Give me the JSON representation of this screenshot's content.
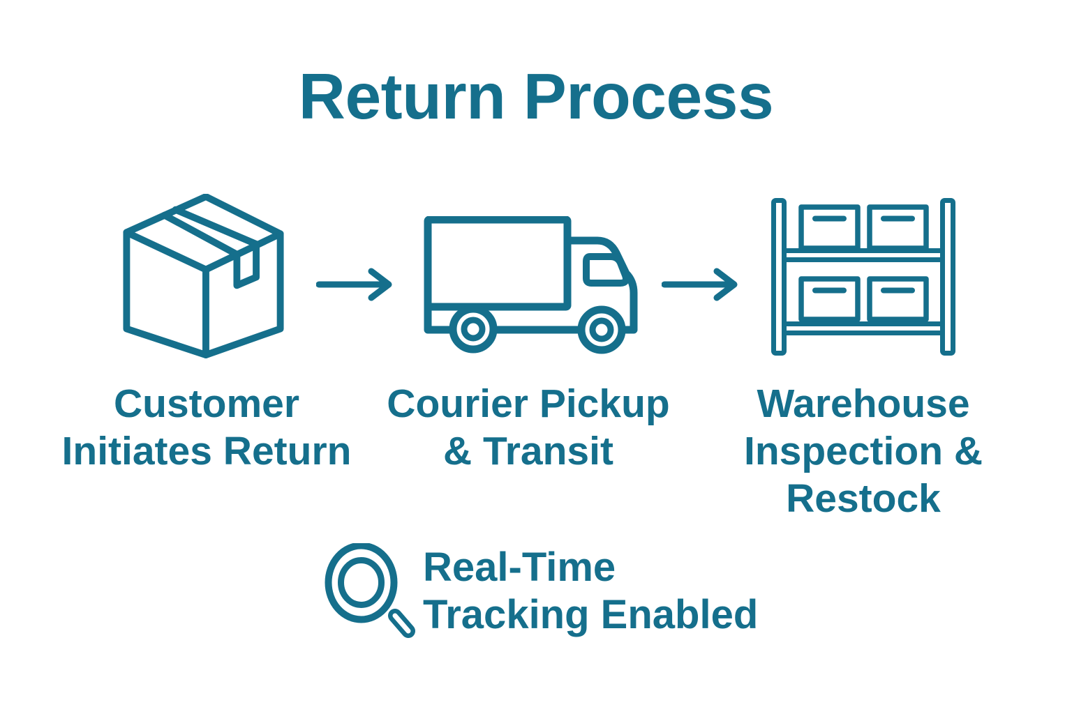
{
  "colors": {
    "accent": "#156f8c",
    "background": "#ffffff"
  },
  "title": "Return Process",
  "steps": [
    {
      "icon": "package-box-icon",
      "label": "Customer Initiates Return",
      "label_lines": [
        "Customer",
        "Initiates Return"
      ]
    },
    {
      "icon": "delivery-truck-icon",
      "label": "Courier Pickup & Transit",
      "label_lines": [
        "Courier Pickup",
        "& Transit"
      ]
    },
    {
      "icon": "warehouse-shelf-icon",
      "label": "Warehouse Inspection & Restock",
      "label_lines": [
        "Warehouse",
        "Inspection &",
        "Restock"
      ]
    }
  ],
  "connectors": [
    {
      "icon": "arrow-right-icon"
    },
    {
      "icon": "arrow-right-icon"
    }
  ],
  "footer": {
    "icon": "magnifier-icon",
    "label": "Real-Time Tracking Enabled",
    "label_lines": [
      "Real-Time",
      "Tracking Enabled"
    ]
  }
}
